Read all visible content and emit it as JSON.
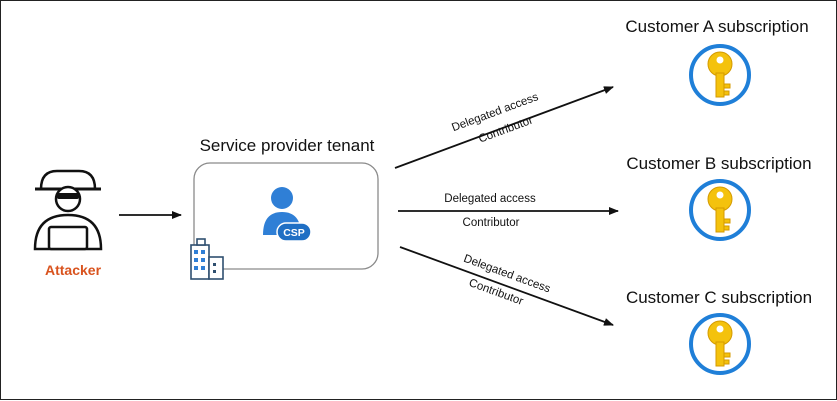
{
  "attacker": {
    "label": "Attacker"
  },
  "tenant": {
    "title": "Service provider tenant",
    "badge": "CSP"
  },
  "customers": [
    {
      "title": "Customer A subscription"
    },
    {
      "title": "Customer B subscription"
    },
    {
      "title": "Customer C subscription"
    }
  ],
  "links": [
    {
      "access": "Delegated access",
      "role": "Contributor"
    },
    {
      "access": "Delegated access",
      "role": "Contributor"
    },
    {
      "access": "Delegated access",
      "role": "Contributor"
    }
  ],
  "colors": {
    "attacker_label": "#d9531e",
    "key_ring": "#1f7fd8",
    "key_gold": "#f4c20d",
    "csp_blue": "#2f7fd6",
    "frame": "#222222"
  }
}
